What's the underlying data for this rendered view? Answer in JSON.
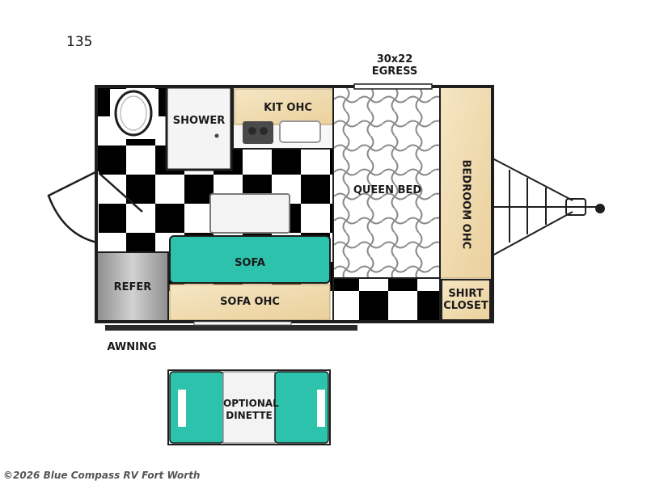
{
  "model": "135",
  "labels": {
    "egress_line1": "30x22",
    "egress_line2": "EGRESS",
    "shower": "SHOWER",
    "kit_ohc": "KIT OHC",
    "queen_bed": "QUEEN BED",
    "bedroom_ohc": "BEDROOM OHC",
    "sofa": "SOFA",
    "sofa_ohc": "SOFA OHC",
    "refer": "REFER",
    "shirt_closet_line1": "SHIRT",
    "shirt_closet_line2": "CLOSET",
    "awning": "AWNING",
    "optional_dinette_line1": "OPTIONAL",
    "optional_dinette_line2": "DINETTE"
  },
  "colors": {
    "teal": "#2cc2ab",
    "wood": "#f1ddb5",
    "checker_dark": "#000000",
    "checker_light": "#ffffff",
    "wall": "#1e1e1e",
    "steel": "#a9a9a9"
  },
  "footer": "©2026 Blue Compass RV Fort Worth"
}
